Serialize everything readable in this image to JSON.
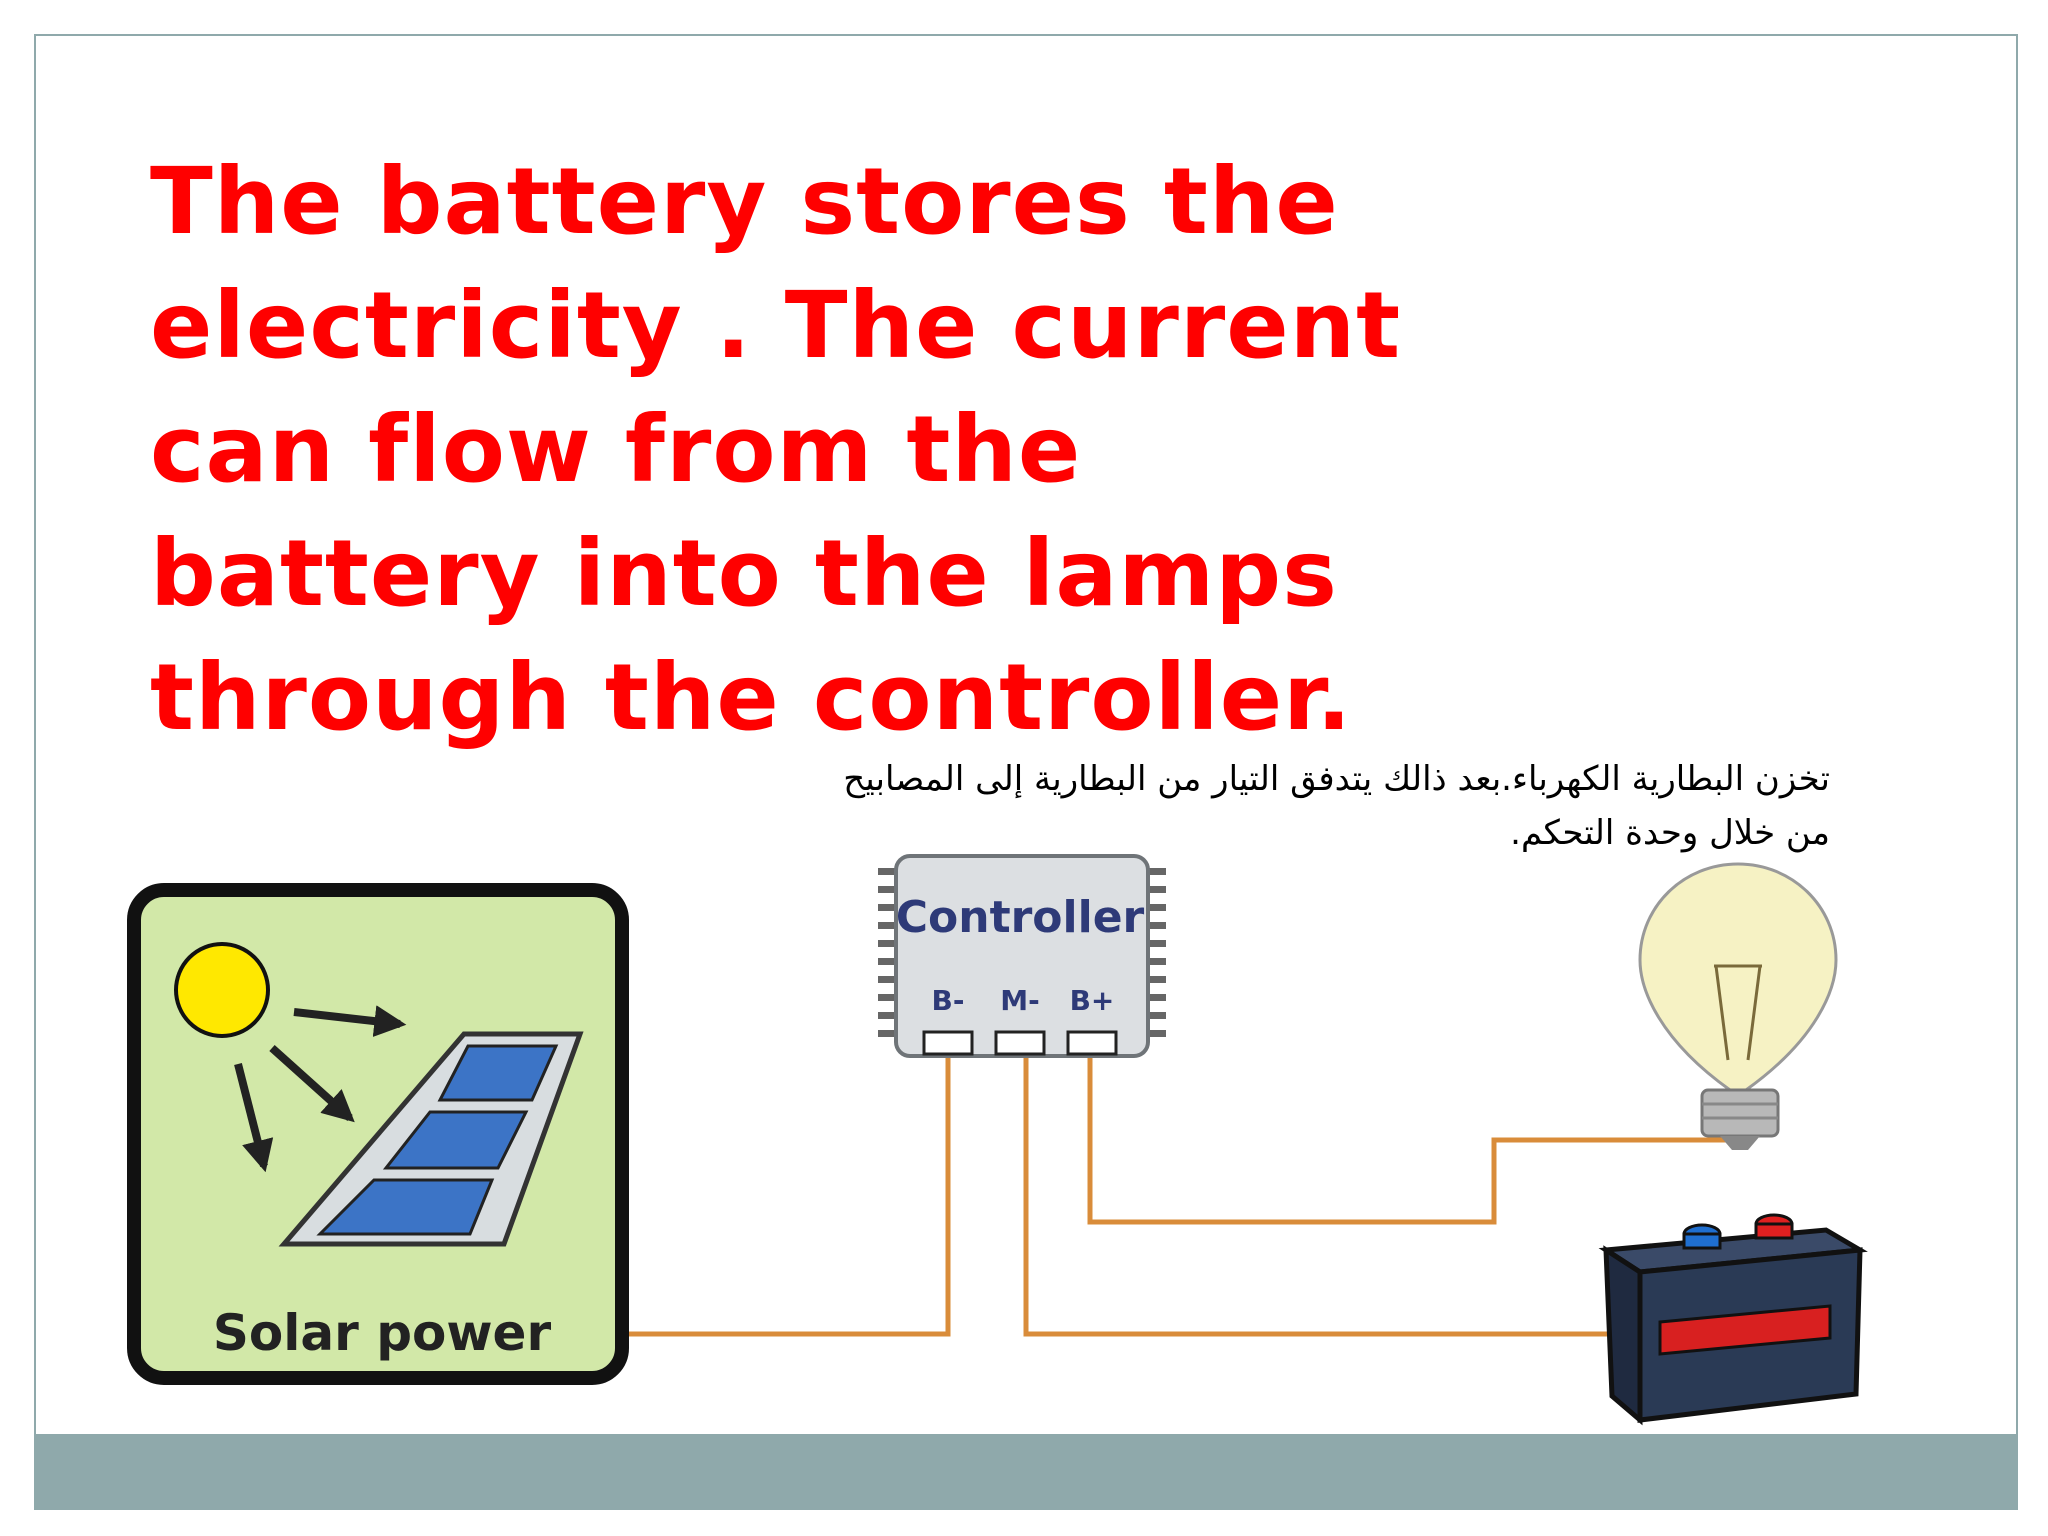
{
  "slide": {
    "headline": "The battery stores the electricity . The current can flow from the battery into the lamps through the controller.",
    "arabic_note": "تخزن البطارية الكهرباء.بعد ذالك يتدفق التيار من البطارية إلى المصابيح من خلال وحدة التحكم."
  },
  "diagram": {
    "solar_panel_label": "Solar power",
    "controller_title": "Controller",
    "terminals": [
      "B-",
      "M-",
      "B+"
    ]
  },
  "colors": {
    "headline": "#ff0000",
    "footer_bar": "#8fa9ab",
    "wire": "#d98c3a",
    "solar_bg": "#d2e8a8",
    "battery_body": "#2a3a55"
  },
  "icons": [
    "sun-icon",
    "solar-panel-icon",
    "controller-chip-icon",
    "light-bulb-icon",
    "battery-icon"
  ]
}
